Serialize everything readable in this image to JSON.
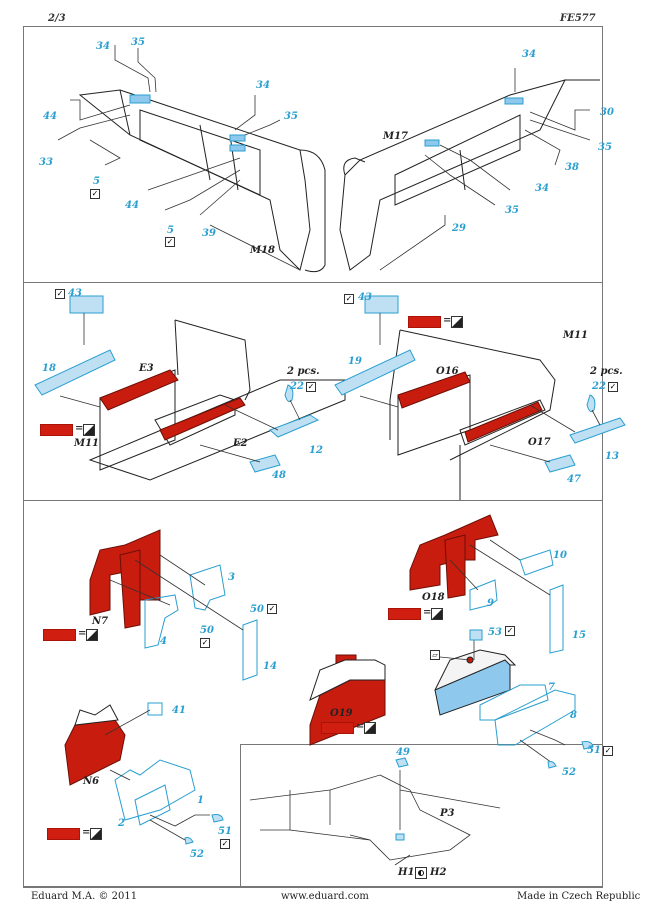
{
  "header": {
    "page_number": "2/3",
    "kit_code": "FE577"
  },
  "footer": {
    "copyright": "Eduard M.A. © 2011",
    "website": "www.eduard.com",
    "origin": "Made in Czech Republic"
  },
  "colors": {
    "part_blue": "#2a9fd0",
    "prepainted_red": "#d01f10",
    "panel_fill_blue": "#8ec8ec"
  },
  "section_doors": {
    "left_door": {
      "assembly_label": "M18",
      "parts": [
        "34",
        "35",
        "44",
        "33",
        "5",
        "34",
        "35",
        "44",
        "5",
        "39"
      ]
    },
    "right_door": {
      "assembly_label": "M17",
      "parts": [
        "34",
        "30",
        "35",
        "38",
        "34",
        "35",
        "29"
      ]
    }
  },
  "section_consoles": {
    "left": {
      "parts": [
        "43",
        "18",
        "22",
        "12",
        "48"
      ],
      "labels": [
        "E3",
        "E2",
        "M11"
      ],
      "qty_note": "2 pcs."
    },
    "right": {
      "parts": [
        "43",
        "19",
        "22",
        "13",
        "47"
      ],
      "labels": [
        "O16",
        "O17",
        "M11"
      ],
      "qty_note": "2 pcs."
    }
  },
  "section_panels": {
    "n7": {
      "label": "N7",
      "parts": [
        "3",
        "50",
        "50",
        "4",
        "14"
      ]
    },
    "o18": {
      "label": "O18",
      "parts": [
        "10",
        "9",
        "15"
      ]
    },
    "o19": {
      "label": "O19"
    },
    "dash": {
      "parts": [
        "53",
        "7",
        "8",
        "51",
        "52"
      ]
    },
    "n6": {
      "label": "N6",
      "parts": [
        "41",
        "1",
        "2",
        "51",
        "52"
      ]
    },
    "inset": {
      "parts": [
        "49"
      ],
      "labels": [
        "P3",
        "H1",
        "H2"
      ]
    }
  },
  "icons": {
    "check": "check-box-icon",
    "paint_ref": "paint-reference-icon",
    "bend": "bend-icon",
    "fold": "fold-icon"
  }
}
